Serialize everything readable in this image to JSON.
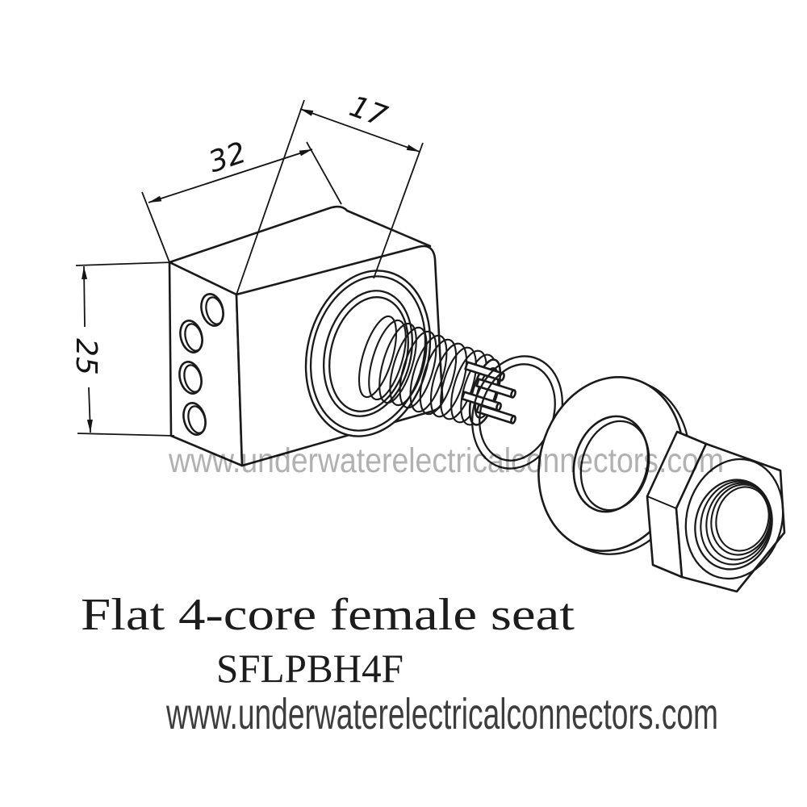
{
  "product": {
    "title": "Flat 4-core female seat",
    "model": "SFLPBH4F"
  },
  "watermark": {
    "text": "www.underwaterelectricalconnectors.com"
  },
  "footer": {
    "website": "www.underwaterelectricalconnectors.com"
  },
  "dimensions": {
    "body_width": "32",
    "stud_length": "17",
    "body_height": "25"
  },
  "colors": {
    "line": "#1a1a1a",
    "dimension": "#141414",
    "watermark": "#b1b1b1",
    "footer_text": "#3d3d3d",
    "title_text": "#1c1c1c",
    "background": "#ffffff"
  },
  "parts": {
    "body": "connector body block",
    "holes": "side mounting holes",
    "flange": "front flange boss",
    "thread": "threaded stud",
    "pins": "4 contact pins",
    "oring": "o-ring seal",
    "washer": "flat washer",
    "nut": "hex nut"
  }
}
